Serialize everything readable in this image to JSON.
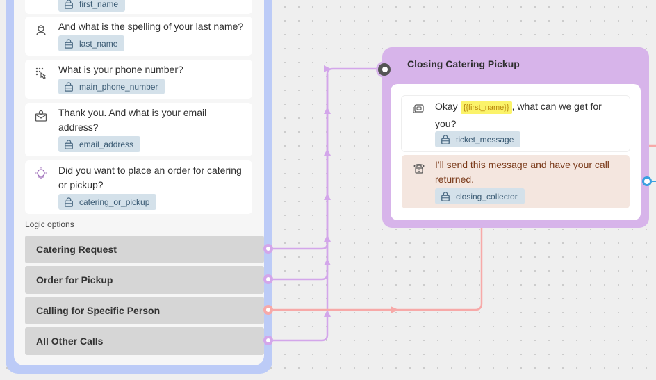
{
  "left_node": {
    "cards": [
      {
        "chip": "first_name"
      },
      {
        "text": "And what is the spelling of your last name?",
        "chip": "last_name",
        "icon": "person-icon"
      },
      {
        "text": "What is your phone number?",
        "chip": "main_phone_number",
        "icon": "dialpad-icon"
      },
      {
        "text": "Thank you. And what is your email address?",
        "chip": "email_address",
        "icon": "envelope-icon"
      },
      {
        "text": "Did you want to place an order for catering or pickup?",
        "chip": "catering_or_pickup",
        "icon": "lightbulb-icon"
      }
    ],
    "logic_label": "Logic options",
    "logic_options": [
      "Catering Request",
      "Order for Pickup",
      "Calling for Specific Person",
      "All Other Calls"
    ]
  },
  "right_node": {
    "title": "Closing Catering Pickup",
    "message1": {
      "pre": "Okay",
      "token": "{{first_name}}",
      "post": ", what can we get for you?",
      "chip": "ticket_message",
      "icon": "chat-icon"
    },
    "message2": {
      "text": "I'll send this message and have your call returned.",
      "chip": "closing_collector",
      "icon": "phone-icon"
    }
  },
  "colors": {
    "left_node_border": "#bccbf7",
    "right_node_bg": "#d7b4ea",
    "wire_purple": "#d3a6ea",
    "wire_pink": "#f7a9a8",
    "chip_bg": "#d4e1ea",
    "highlight": "#fbf36a",
    "message2_bg": "#f4e6df"
  }
}
